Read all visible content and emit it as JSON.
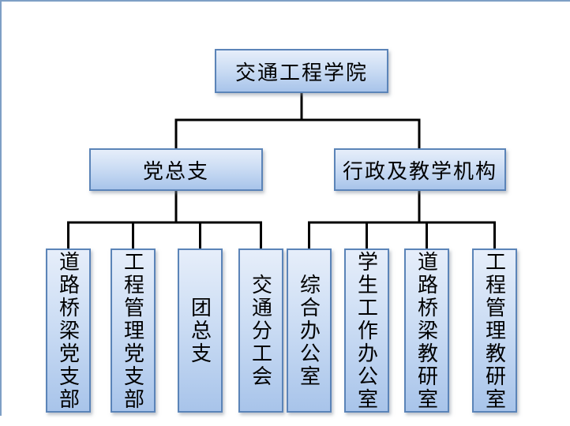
{
  "org": {
    "root": {
      "label": "交通工程学院"
    },
    "branches": [
      {
        "label": "党总支",
        "children": [
          {
            "label": "道路桥梁党支部"
          },
          {
            "label": "工程管理党支部"
          },
          {
            "label": "团总支"
          },
          {
            "label": "交通分工会"
          }
        ]
      },
      {
        "label": "行政及教学机构",
        "children": [
          {
            "label": "综合办公室"
          },
          {
            "label": "学生工作办公室"
          },
          {
            "label": "道路桥梁教研室"
          },
          {
            "label": "工程管理教研室"
          }
        ]
      }
    ]
  },
  "colors": {
    "box_border": "#5b84b8",
    "box_fill_top": "#e6eefa",
    "box_fill_bottom": "#a8c4ea",
    "connector": "#000000",
    "canvas_edge": "#7e9fc5",
    "text": "#000000"
  }
}
